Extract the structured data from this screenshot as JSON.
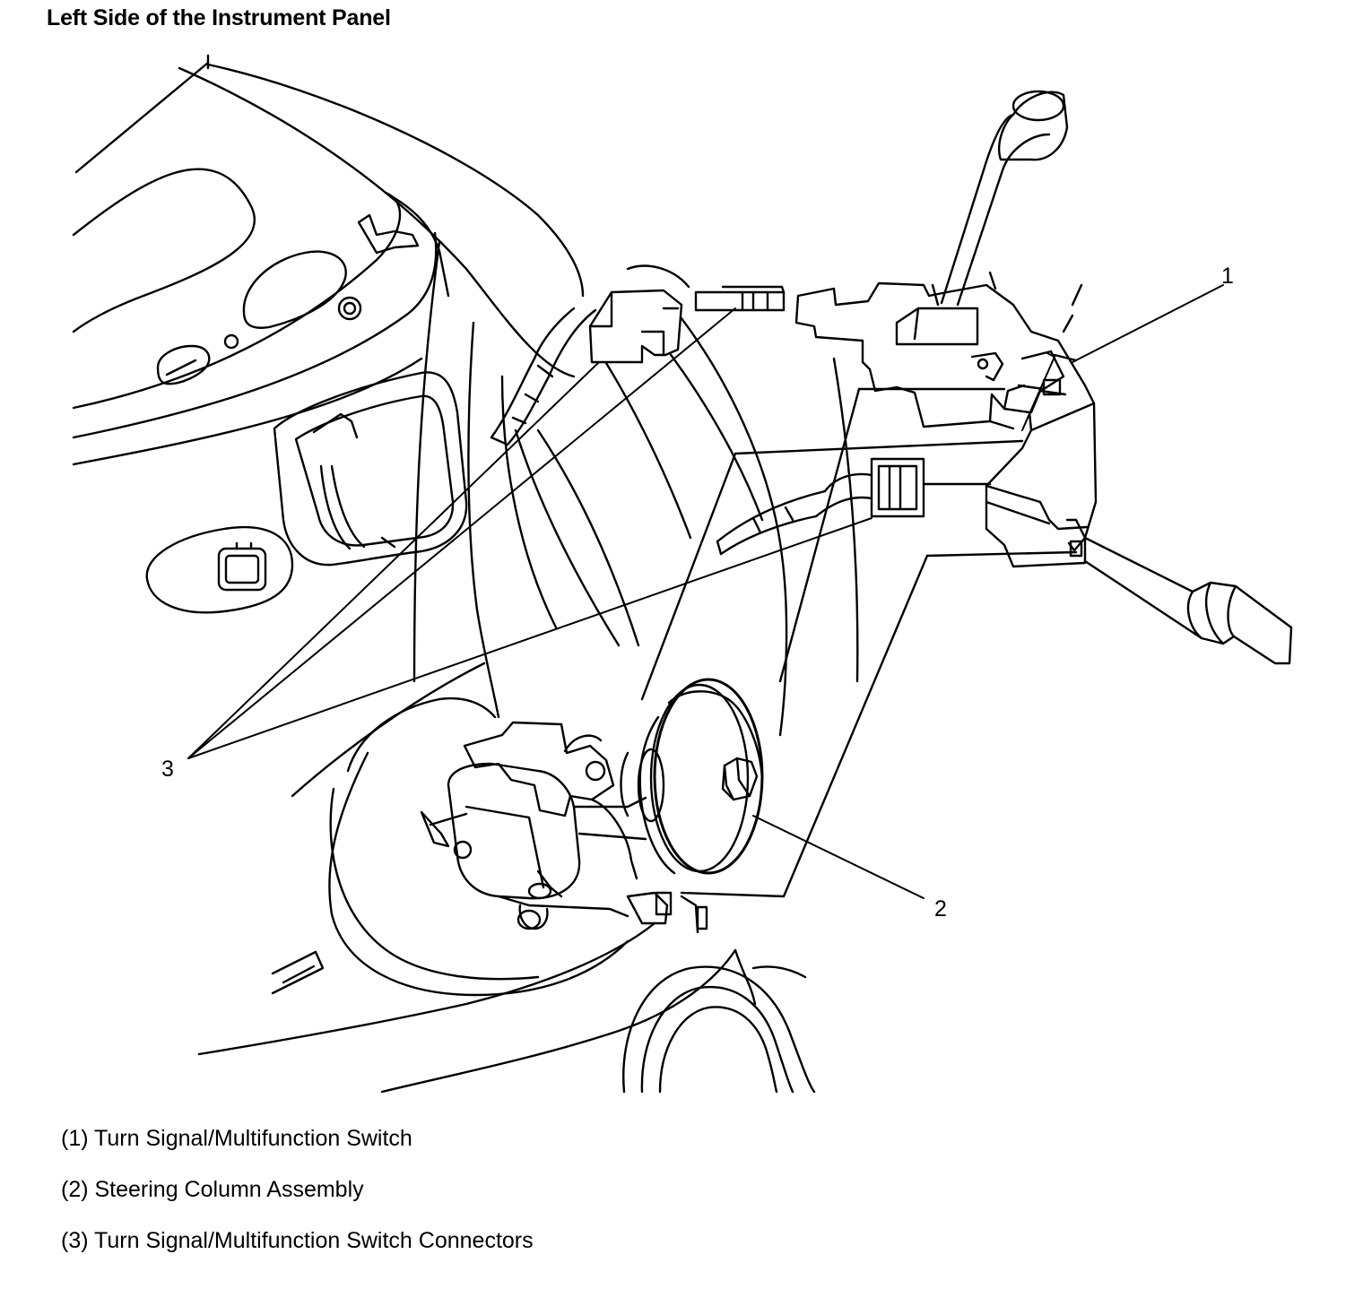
{
  "title": "Left Side of the Instrument Panel",
  "callouts": [
    {
      "id": "1",
      "label": "1"
    },
    {
      "id": "2",
      "label": "2"
    },
    {
      "id": "3",
      "label": "3"
    }
  ],
  "legend": [
    {
      "text": "(1) Turn Signal/Multifunction Switch"
    },
    {
      "text": "(2) Steering Column Assembly"
    },
    {
      "text": "(3) Turn Signal/Multifunction Switch Connectors"
    }
  ]
}
